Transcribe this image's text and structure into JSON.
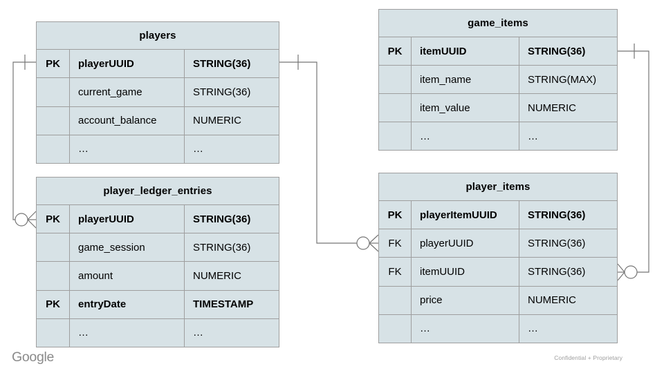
{
  "slide": {
    "brand": "Google",
    "footer_note": "Confidential + Proprietary"
  },
  "colors": {
    "table_fill": "#d7e2e6",
    "table_border": "#9e9e9e",
    "connector_line": "#757575",
    "footer_text": "#9e9e9e",
    "logo_text": "#8a8a8a",
    "text": "#000000"
  },
  "tables": {
    "players": {
      "title": "players",
      "rows": [
        {
          "key": "PK",
          "name": "playerUUID",
          "type": "STRING(36)"
        },
        {
          "key": "",
          "name": "current_game",
          "type": "STRING(36)"
        },
        {
          "key": "",
          "name": "account_balance",
          "type": "NUMERIC"
        },
        {
          "key": "",
          "name": "…",
          "type": "…"
        }
      ]
    },
    "game_items": {
      "title": "game_items",
      "rows": [
        {
          "key": "PK",
          "name": "itemUUID",
          "type": "STRING(36)"
        },
        {
          "key": "",
          "name": "item_name",
          "type": "STRING(MAX)"
        },
        {
          "key": "",
          "name": "item_value",
          "type": "NUMERIC"
        },
        {
          "key": "",
          "name": "…",
          "type": "…"
        }
      ]
    },
    "player_ledger_entries": {
      "title": "player_ledger_entries",
      "rows": [
        {
          "key": "PK",
          "name": "playerUUID",
          "type": "STRING(36)"
        },
        {
          "key": "",
          "name": "game_session",
          "type": "STRING(36)"
        },
        {
          "key": "",
          "name": "amount",
          "type": "NUMERIC"
        },
        {
          "key": "PK",
          "name": "entryDate",
          "type": "TIMESTAMP"
        },
        {
          "key": "",
          "name": "…",
          "type": "…"
        }
      ]
    },
    "player_items": {
      "title": "player_items",
      "rows": [
        {
          "key": "PK",
          "name": "playerItemUUID",
          "type": "STRING(36)"
        },
        {
          "key": "FK",
          "name": "playerUUID",
          "type": "STRING(36)"
        },
        {
          "key": "FK",
          "name": "itemUUID",
          "type": "STRING(36)"
        },
        {
          "key": "",
          "name": "price",
          "type": "NUMERIC"
        },
        {
          "key": "",
          "name": "…",
          "type": "…"
        }
      ]
    }
  },
  "relationships": [
    {
      "from": "players.playerUUID",
      "to": "player_ledger_entries.playerUUID",
      "from_cardinality": "one",
      "to_cardinality": "zero-or-many"
    },
    {
      "from": "players.playerUUID",
      "to": "player_items.playerUUID",
      "from_cardinality": "one",
      "to_cardinality": "zero-or-many"
    },
    {
      "from": "game_items.itemUUID",
      "to": "player_items.itemUUID",
      "from_cardinality": "one",
      "to_cardinality": "zero-or-many"
    }
  ]
}
